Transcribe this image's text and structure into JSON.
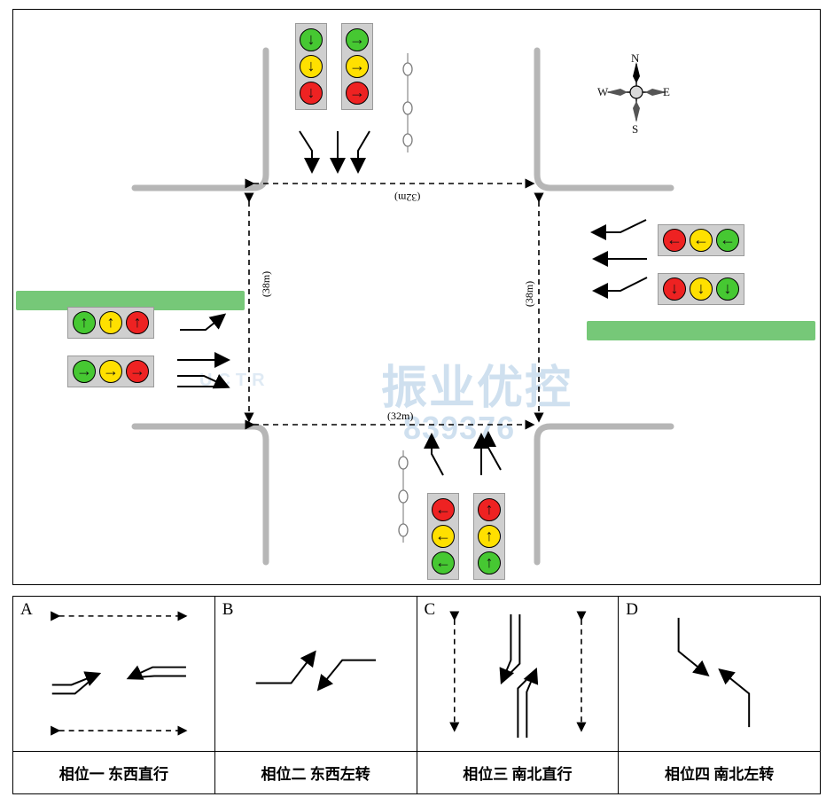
{
  "diagram": {
    "title": "intersection-phase-diagram",
    "compass": {
      "north": "N",
      "south": "S",
      "east": "E",
      "west": "W"
    },
    "distance_labels": [
      {
        "id": "north-width",
        "text": "(32m)"
      },
      {
        "id": "west-height",
        "text": "(38m)"
      },
      {
        "id": "east-height",
        "text": "(38m)"
      },
      {
        "id": "south-width",
        "text": "(32m)"
      }
    ],
    "signals": [
      {
        "id": "north-left-head",
        "orientation": "vertical",
        "lamps": [
          {
            "color": "green",
            "glyph": "↓"
          },
          {
            "color": "yellow",
            "glyph": "↓"
          },
          {
            "color": "red",
            "glyph": "↓"
          }
        ]
      },
      {
        "id": "north-right-head",
        "orientation": "vertical",
        "lamps": [
          {
            "color": "green",
            "glyph": "→"
          },
          {
            "color": "yellow",
            "glyph": "→"
          },
          {
            "color": "red",
            "glyph": "→"
          }
        ]
      },
      {
        "id": "east-upper-head",
        "orientation": "horizontal",
        "lamps": [
          {
            "color": "red",
            "glyph": "←"
          },
          {
            "color": "yellow",
            "glyph": "←"
          },
          {
            "color": "green",
            "glyph": "←"
          }
        ]
      },
      {
        "id": "east-lower-head",
        "orientation": "horizontal",
        "lamps": [
          {
            "color": "red",
            "glyph": "↓"
          },
          {
            "color": "yellow",
            "glyph": "↓"
          },
          {
            "color": "green",
            "glyph": "↓"
          }
        ]
      },
      {
        "id": "west-upper-head",
        "orientation": "horizontal",
        "lamps": [
          {
            "color": "green",
            "glyph": "↑"
          },
          {
            "color": "yellow",
            "glyph": "↑"
          },
          {
            "color": "red",
            "glyph": "↑"
          }
        ]
      },
      {
        "id": "west-lower-head",
        "orientation": "horizontal",
        "lamps": [
          {
            "color": "green",
            "glyph": "→"
          },
          {
            "color": "yellow",
            "glyph": "→"
          },
          {
            "color": "red",
            "glyph": "→"
          }
        ]
      },
      {
        "id": "south-left-head",
        "orientation": "vertical",
        "lamps": [
          {
            "color": "red",
            "glyph": "←"
          },
          {
            "color": "yellow",
            "glyph": "←"
          },
          {
            "color": "green",
            "glyph": "←"
          }
        ]
      },
      {
        "id": "south-right-head",
        "orientation": "vertical",
        "lamps": [
          {
            "color": "red",
            "glyph": "↑"
          },
          {
            "color": "yellow",
            "glyph": "↑"
          },
          {
            "color": "green",
            "glyph": "↑"
          }
        ]
      }
    ],
    "watermark": {
      "main": "振业优控",
      "sub": "839376",
      "small": "UCTR"
    }
  },
  "legend": {
    "cells": [
      {
        "key": "A",
        "caption": "相位一  东西直行"
      },
      {
        "key": "B",
        "caption": "相位二  东西左转"
      },
      {
        "key": "C",
        "caption": "相位三  南北直行"
      },
      {
        "key": "D",
        "caption": "相位四  南北左转"
      }
    ]
  }
}
